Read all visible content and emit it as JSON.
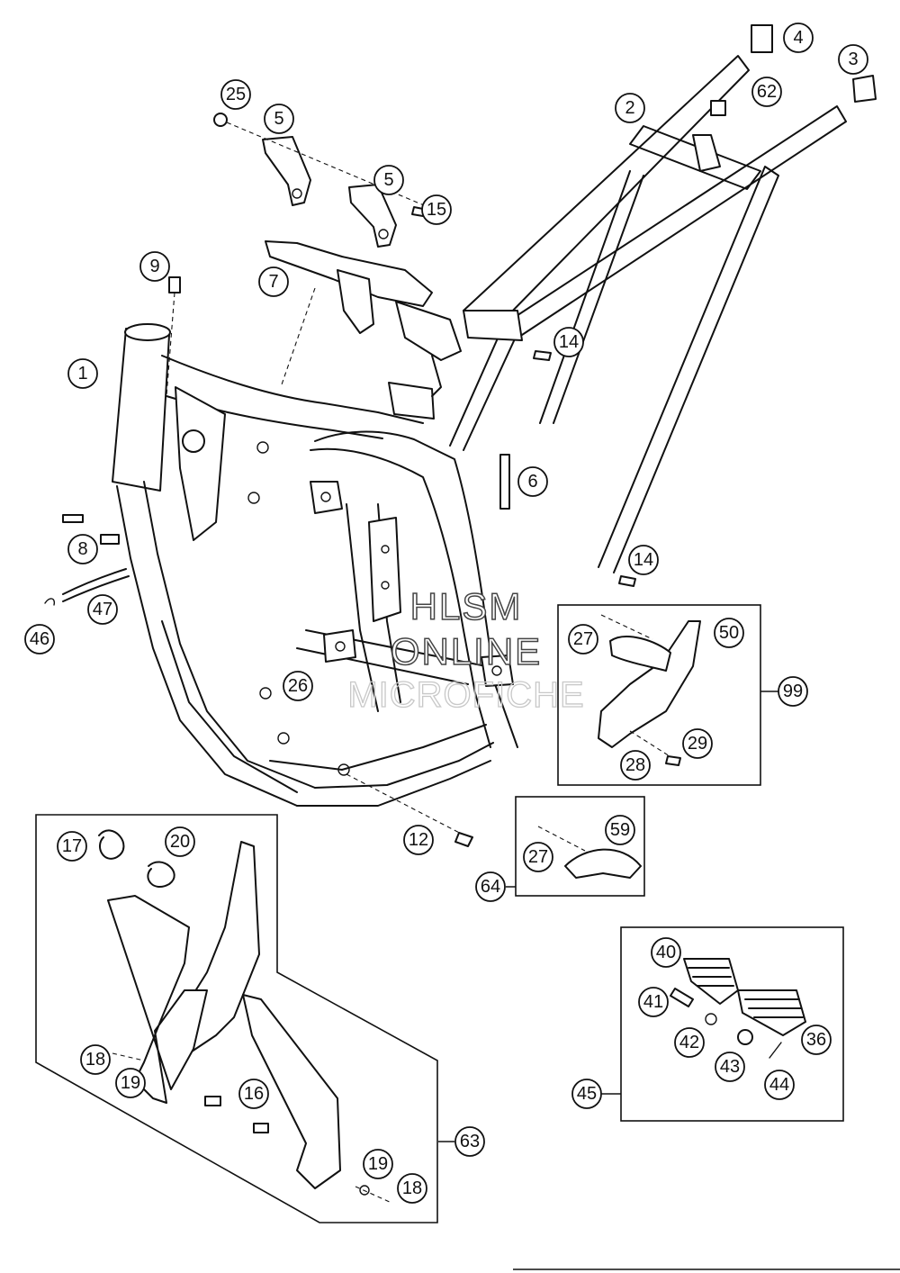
{
  "watermark": {
    "line1": "HLSM",
    "line2": "ONLINE",
    "line3": "MICROFICHE"
  },
  "callouts": {
    "c1": "1",
    "c2": "2",
    "c3": "3",
    "c4": "4",
    "c5a": "5",
    "c5b": "5",
    "c6": "6",
    "c7": "7",
    "c8": "8",
    "c9": "9",
    "c12": "12",
    "c14a": "14",
    "c14b": "14",
    "c15": "15",
    "c16": "16",
    "c17": "17",
    "c18a": "18",
    "c18b": "18",
    "c19a": "19",
    "c19b": "19",
    "c20": "20",
    "c25": "25",
    "c26": "26",
    "c27a": "27",
    "c27b": "27",
    "c28": "28",
    "c29": "29",
    "c36": "36",
    "c40": "40",
    "c41": "41",
    "c42": "42",
    "c43": "43",
    "c44": "44",
    "c45": "45",
    "c46": "46",
    "c47": "47",
    "c50": "50",
    "c59": "59",
    "c62": "62",
    "c63": "63",
    "c64": "64",
    "c99": "99"
  }
}
